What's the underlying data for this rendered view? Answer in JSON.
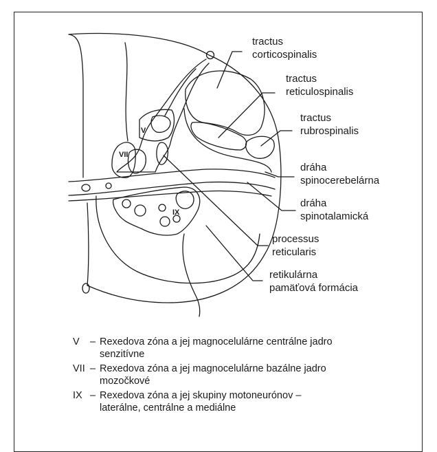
{
  "diagram": {
    "region_labels": {
      "v": "V",
      "vii": "VII",
      "ix": "IX"
    },
    "callouts": [
      {
        "id": "tractus-corticospinalis",
        "text": "tractus\ncorticospinalis"
      },
      {
        "id": "tractus-reticulospinalis",
        "text": "tractus\nreticulospinalis"
      },
      {
        "id": "tractus-rubrospinalis",
        "text": "tractus\nrubrospinalis"
      },
      {
        "id": "draha-spinocerebelarna",
        "text": "dráha\nspinocerebelárna"
      },
      {
        "id": "draha-spinotalamicka",
        "text": "dráha\nspinotalamická"
      },
      {
        "id": "processus-reticularis",
        "text": "processus\nreticularis"
      },
      {
        "id": "retikularna-formacia",
        "text": "retikulárna\npamäťová formácia"
      }
    ]
  },
  "legend": {
    "dash": "–",
    "items": [
      {
        "num": "V",
        "text": "Rexedova zóna a jej magnocelulárne centrálne jadro\nsenzitívne"
      },
      {
        "num": "VII",
        "text": "Rexedova zóna a jej magnocelulárne bazálne jadro\nmozočkové"
      },
      {
        "num": "IX",
        "text": "Rexedova zóna a jej skupiny motoneurónov –\nlaterálne, centrálne a mediálne"
      }
    ]
  }
}
